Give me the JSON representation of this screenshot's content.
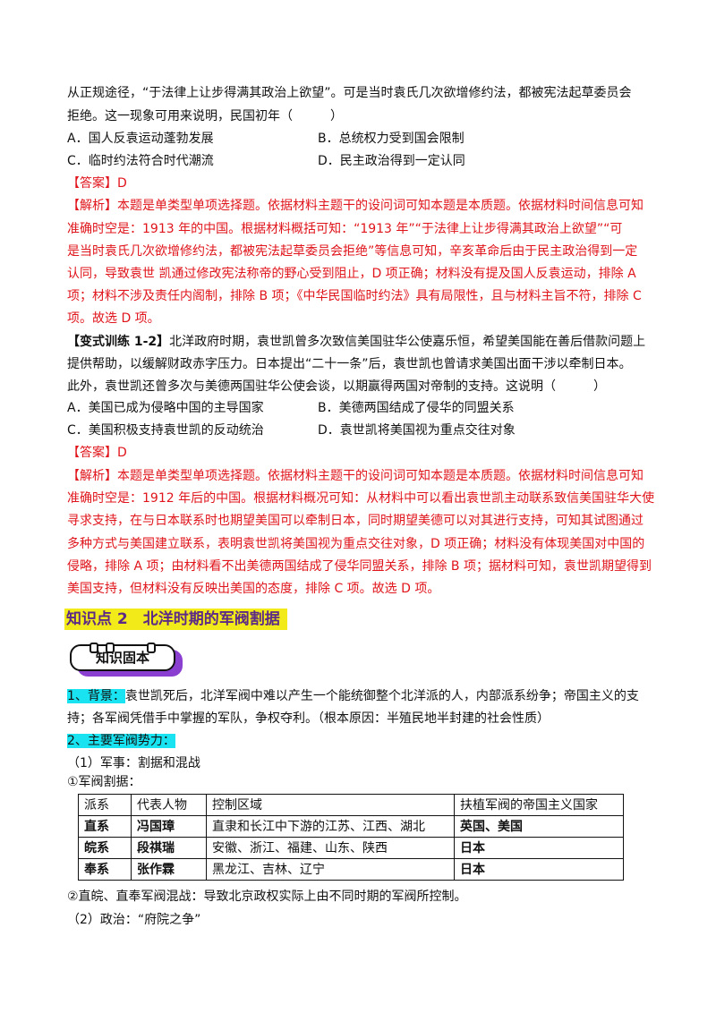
{
  "q1": {
    "stem_lines": [
      "从正规途径，“于法律上让步得满其政治上欲望”。可是当时袁氏几次欲增修约法，都被宪法起草委员会",
      "拒绝。这一现象可用来说明，民国初年（　　　）"
    ],
    "options": {
      "A": "A．国人反袁运动蓬勃发展",
      "B": "B．总统权力受到国会限制",
      "C": "C．临时约法符合时代潮流",
      "D": "D．民主政治得到一定认同"
    },
    "answer": "【答案】D",
    "analysis_tag": "【解析】",
    "analysis_lines": [
      "本题是单类型单项选择题。依据材料主题干的设问词可知本题是本质题。依据材料时间信息可知",
      "准确时空是：1913 年的中国。根据材料概括可知：“1913 年”“于法律上让步得满其政治上欲望”“可",
      "是当时袁氏几次欲增修约法，都被宪法起草委员会拒绝”等信息可知，辛亥革命后由于民主政治得到一定",
      "认同，导致袁世  凯通过修改宪法称帝的野心受到阻止，D 项正确；材料没有提及国人反袁运动，排除 A",
      "项；材料不涉及责任内阁制，排除 B 项；《中华民国临时约法》具有局限性，且与材料主旨不符，排除 C",
      "项。故选 D 项。"
    ]
  },
  "q2": {
    "tag": "【变式训练 1-2】",
    "stem_lines": [
      "北洋政府时期，袁世凯曾多次致信美国驻华公使嘉乐恒，希望美国能在善后借款问题上",
      "提供帮助，以缓解财政赤字压力。日本提出“二十一条”后，袁世凯也曾请求美国出面干涉以牵制日本。",
      "此外，袁世凯还曾多次与美德两国驻华公使会谈，以期赢得两国对帝制的支持。这说明（　　　）"
    ],
    "options": {
      "A": "A．美国已成为侵略中国的主导国家",
      "B": "B．美德两国结成了侵华的同盟关系",
      "C": "C．美国积极支持袁世凯的反动统治",
      "D": "D．袁世凯将美国视为重点交往对象"
    },
    "answer": "【答案】D",
    "analysis_tag": "【解析】",
    "analysis_lines": [
      "本题是单类型单项选择题。依据材料主题干的设问词可知本题是本质题。依据材料时间信息可知",
      "准确时空是：1912 年后的中国。根据材料概况可知：从材料中可以看出袁世凯主动联系致信美国驻华大使",
      "寻求支持，在与日本联系时也期望美国可以牵制日本，同时期望美德可以对其进行支持，可知其试图通过",
      "多种方式与美国建立联系，表明袁世凯将美国视为重点交往对象，D 项正确；材料没有体现美国对中国的",
      "侵略，排除 A 项；由材料看不出美德两国结成了侵华同盟关系，排除 B 项；据材料可知，袁世凯期望得到",
      "美国支持，但材料没有反映出美国的态度，排除 C 项。故选 D 项。"
    ]
  },
  "kp2": {
    "heading": "知识点 2　北洋时期的军阀割据",
    "badge": "知识固本",
    "bg_label": "1、背景：",
    "bg_lines": [
      "袁世凯死后，北洋军阀中难以产生一个能统御整个北洋派的人，内部派系纷争；帝国主义的支",
      "持；各军阀凭借手中掌握的军队，争权夺利。（根本原因：半殖民地半封建的社会性质）"
    ],
    "main_label": "2、主要军阀势力：",
    "military": "（1）军事：割据和混战",
    "sub1": "①军阀割据：",
    "table": {
      "headers": [
        "派系",
        "代表人物",
        "控制区域",
        "扶植军阀的帝国主义国家"
      ],
      "rows": [
        [
          "直系",
          "冯国璋",
          "直隶和长江中下游的江苏、江西、湖北",
          "英国、美国"
        ],
        [
          "皖系",
          "段祺瑞",
          "安徽、浙江、福建、山东、陕西",
          "日本"
        ],
        [
          "奉系",
          "张作霖",
          "黑龙江、吉林、辽宁",
          "日本"
        ]
      ]
    },
    "sub2": "②直皖、直奉军阀混战：导致北京政权实际上由不同时期的军阀所控制。",
    "politics": "（2）政治：“府院之争”"
  },
  "colors": {
    "analysis_red": "#e0141b",
    "highlight_cyan": "#19e3f0",
    "highlight_yellow": "#f3ea1a",
    "heading_purple": "#5b2a86",
    "badge_purple": "#8b3fd1"
  }
}
